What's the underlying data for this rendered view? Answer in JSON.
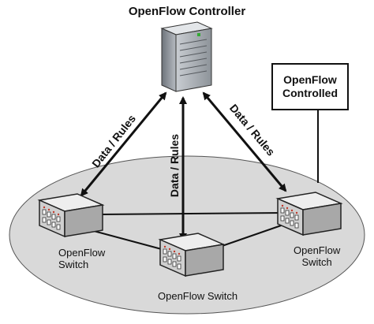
{
  "diagram": {
    "controller_label": "OpenFlow Controller",
    "controlled_box": {
      "line1": "OpenFlow",
      "line2": "Controlled"
    },
    "edge_labels": [
      "Data / Rules",
      "Data / Rules",
      "Data / Rules"
    ],
    "switches": [
      {
        "line1": "OpenFlow",
        "line2": "Switch"
      },
      {
        "line1": "OpenFlow Switch",
        "line2": ""
      },
      {
        "line1": "OpenFlow",
        "line2": "Switch"
      }
    ],
    "colors": {
      "ellipse_fill": "#d9d9d9",
      "ellipse_stroke": "#555555",
      "server_body": "#9aa0a6",
      "switch_top": "#eeeeee",
      "arrow": "#111111"
    }
  }
}
